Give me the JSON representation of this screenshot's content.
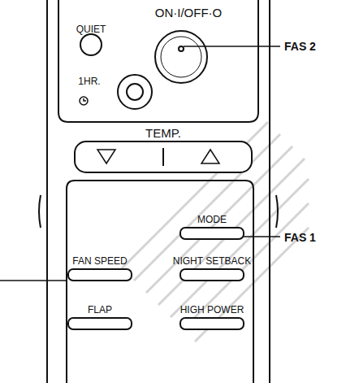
{
  "diagram": {
    "labels": [
      "QUIET",
      "ON·I/OFF·O",
      "FAS 2",
      "1HR.",
      "TEMP.",
      "MODE",
      "FAS 1",
      "FAN SPEED",
      "NIGHT SETBACK",
      "FLAP",
      "HIGH POWER"
    ]
  }
}
